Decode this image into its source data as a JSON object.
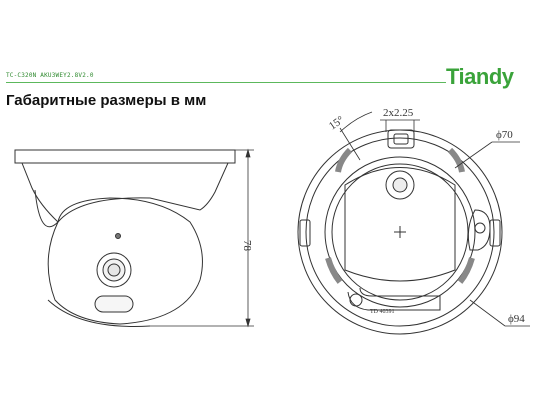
{
  "header": {
    "model": "TC-C320N AKU3WEY2.8V2.0",
    "brand": "Tiandy"
  },
  "title": "Габаритные размеры в мм",
  "dimensions": {
    "height": "78",
    "angle": "15°",
    "holes": "2x2.25",
    "diameter_inner": "ϕ70",
    "diameter_outer": "ϕ94",
    "label_text": "TD  40391"
  }
}
